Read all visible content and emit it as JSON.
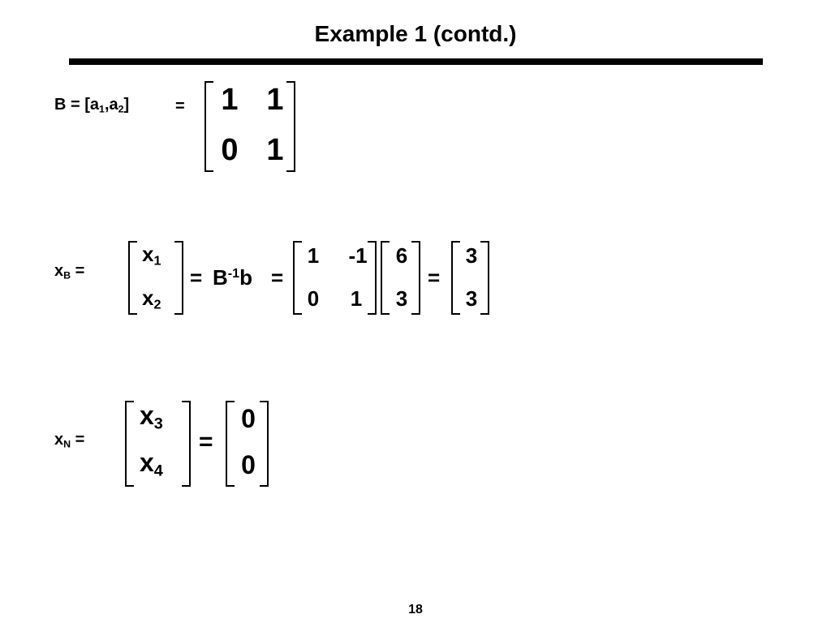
{
  "slide": {
    "title": "Example 1 (contd.)",
    "page_number": "18"
  },
  "eq1": {
    "lhs_prefix": "B = [a",
    "sub1": "1",
    "comma_a": ",a",
    "sub2": "2",
    "close": "]",
    "equals": "=",
    "matrix": [
      [
        "1",
        "1"
      ],
      [
        "0",
        "1"
      ]
    ]
  },
  "eq2": {
    "lhs_x": "x",
    "lhs_sub": "B",
    "lhs_equals": "=",
    "vector_x": [
      {
        "x": "x",
        "sub": "1"
      },
      {
        "x": "x",
        "sub": "2"
      }
    ],
    "equals1": "=",
    "binv_B": "B",
    "binv_sup": "-1",
    "binv_b": "b",
    "equals2": "=",
    "matrix": [
      [
        "1",
        "-1"
      ],
      [
        "0",
        "1"
      ]
    ],
    "vector_b": [
      "6",
      "3"
    ],
    "equals3": "=",
    "result": [
      "3",
      "3"
    ]
  },
  "eq3": {
    "lhs_x": "x",
    "lhs_sub": "N",
    "lhs_equals": "=",
    "vector_x": [
      {
        "x": "x",
        "sub": "3"
      },
      {
        "x": "x",
        "sub": "4"
      }
    ],
    "equals": "=",
    "result": [
      "0",
      "0"
    ]
  }
}
